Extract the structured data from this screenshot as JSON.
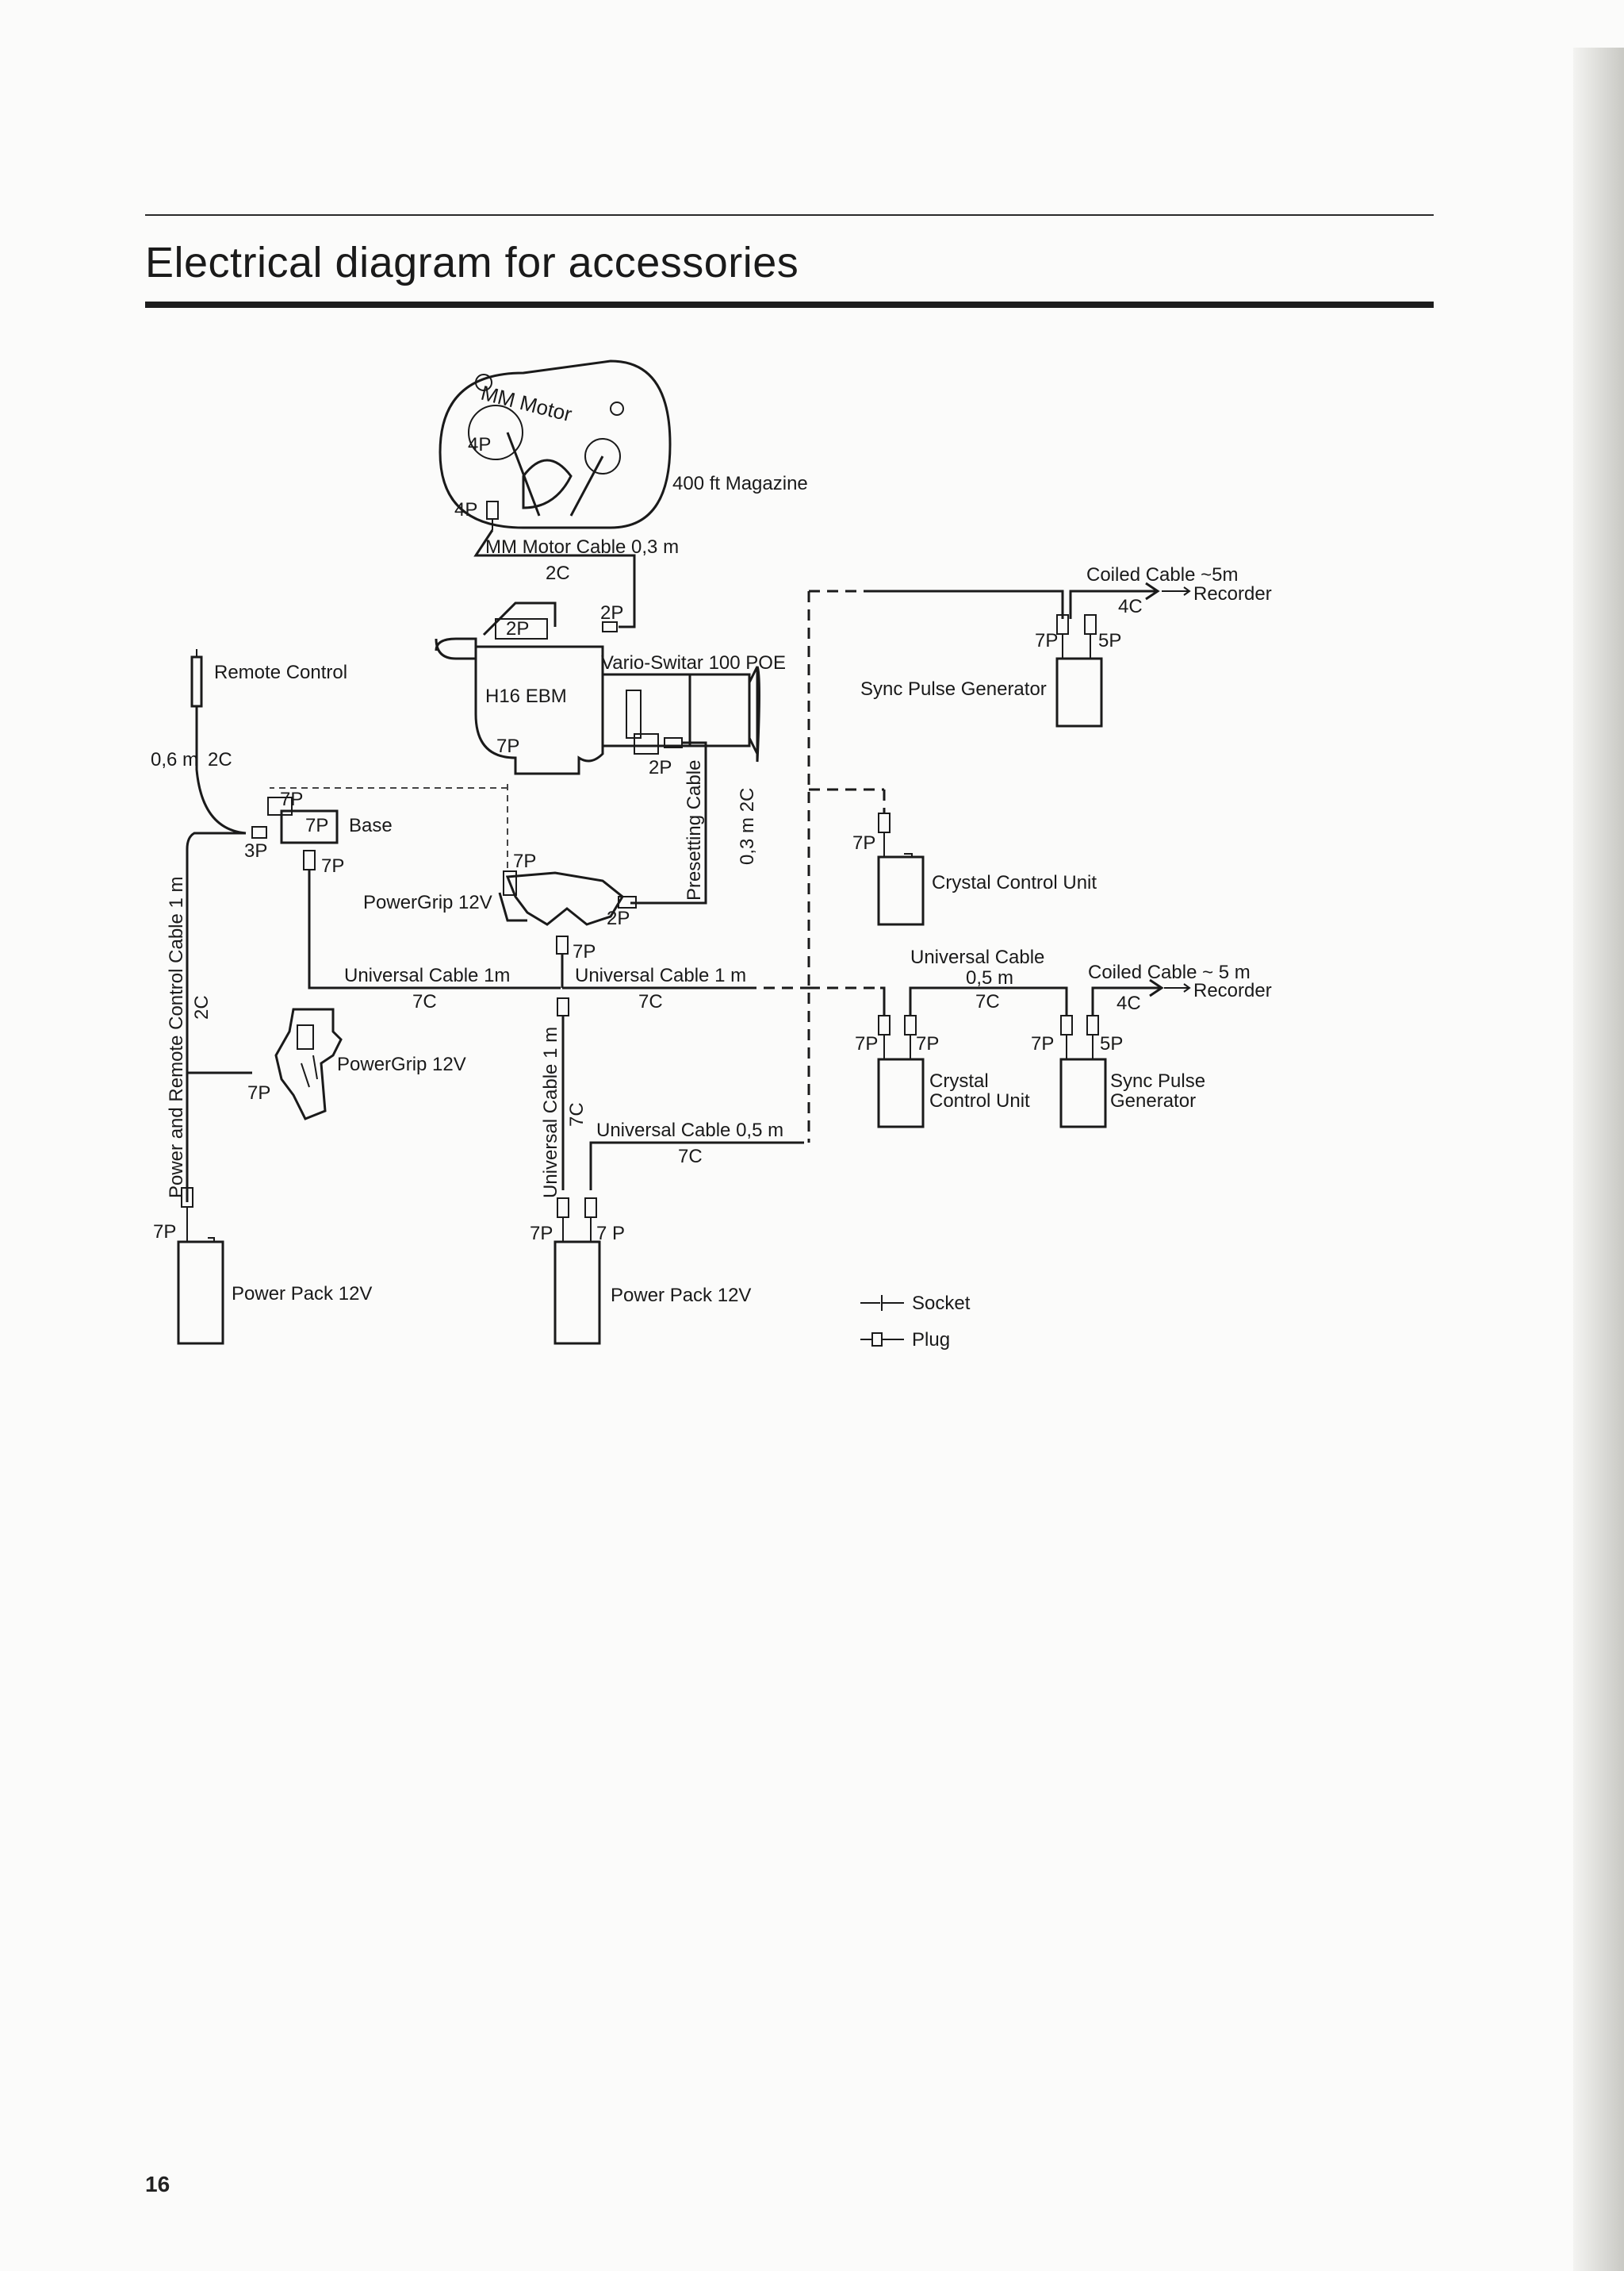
{
  "page": {
    "title": "Electrical diagram for accessories",
    "page_number": "16"
  },
  "diagram": {
    "labels": {
      "mm_motor": "MM Motor",
      "magazine": "400 ft Magazine",
      "mm_motor_cable": "MM Motor Cable 0,3 m",
      "mm_cable_2c": "2C",
      "camera": "H16 EBM",
      "lens": "Vario-Switar 100 POE",
      "remote_control": "Remote Control",
      "remote_len": "0,6 m",
      "remote_2c": "2C",
      "base": "Base",
      "powergrip_top": "PowerGrip 12V",
      "powergrip_left": "PowerGrip 12V",
      "presetting_cable": "Presetting Cable",
      "presetting_len": "0,3 m  2C",
      "universal_cable_left": "Universal Cable 1m",
      "universal_left_7c": "7C",
      "universal_cable_mid": "Universal Cable 1 m",
      "universal_mid_7c": "7C",
      "universal_vertical": "Universal Cable 1 m",
      "universal_vertical_7c": "7C",
      "universal_cable_05": "Universal Cable 0,5 m",
      "universal_05_7c": "7C",
      "power_remote_cable": "Power and Remote Control Cable 1 m",
      "power_remote_2c": "2C",
      "power_pack_left": "Power Pack 12V",
      "power_pack_mid": "Power Pack 12V",
      "sync_top": "Sync Pulse Generator",
      "coiled_top": "Coiled Cable ~5m",
      "coiled_top_4c": "4C",
      "recorder_top": "Recorder",
      "crystal_top": "Crystal Control Unit",
      "universal_right": "Universal Cable",
      "universal_right_len": "0,5 m",
      "universal_right_7c": "7C",
      "coiled_bottom": "Coiled Cable ~ 5 m",
      "coiled_bottom_4c": "4C",
      "recorder_bottom": "Recorder",
      "crystal_bottom_1": "Crystal",
      "crystal_bottom_2": "Control Unit",
      "sync_bottom_1": "Sync Pulse",
      "sync_bottom_2": "Generator"
    },
    "pins": {
      "p4": "4P",
      "p2": "2P",
      "p3": "3P",
      "p5": "5P",
      "p7": "7P",
      "p7s": "7 P"
    },
    "legend": {
      "socket": "Socket",
      "plug": "Plug"
    }
  }
}
